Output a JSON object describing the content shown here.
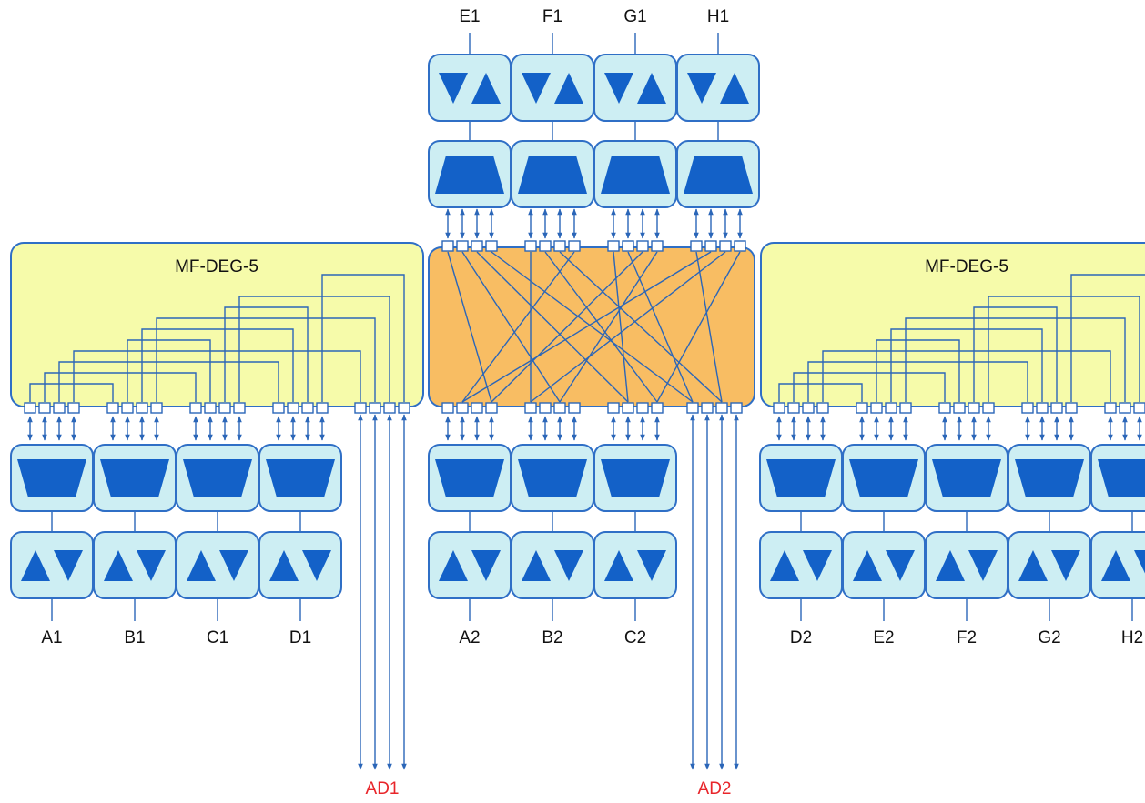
{
  "colors": {
    "panel_fill": "#f6fbaa",
    "panel_stroke": "#2f6fc6",
    "core_fill": "#f8bd63",
    "module_fill": "#cdeef3",
    "icon_fill": "#1361c8",
    "line": "#2b66b8",
    "port_fill": "#ffffff",
    "label_text": "#111111",
    "add_drop_text": "#e8252a"
  },
  "left_panel": {
    "title": "MF-DEG-5"
  },
  "right_panel": {
    "title": "MF-DEG-5"
  },
  "top_ports": [
    "E1",
    "F1",
    "G1",
    "H1"
  ],
  "bottom_left_ports": [
    "A1",
    "B1",
    "C1",
    "D1"
  ],
  "bottom_center_ports": [
    "A2",
    "B2",
    "C2"
  ],
  "bottom_right_ports": [
    "D2",
    "E2",
    "F2",
    "G2",
    "H2"
  ],
  "add_drop": {
    "left": "AD1",
    "right": "AD2"
  }
}
